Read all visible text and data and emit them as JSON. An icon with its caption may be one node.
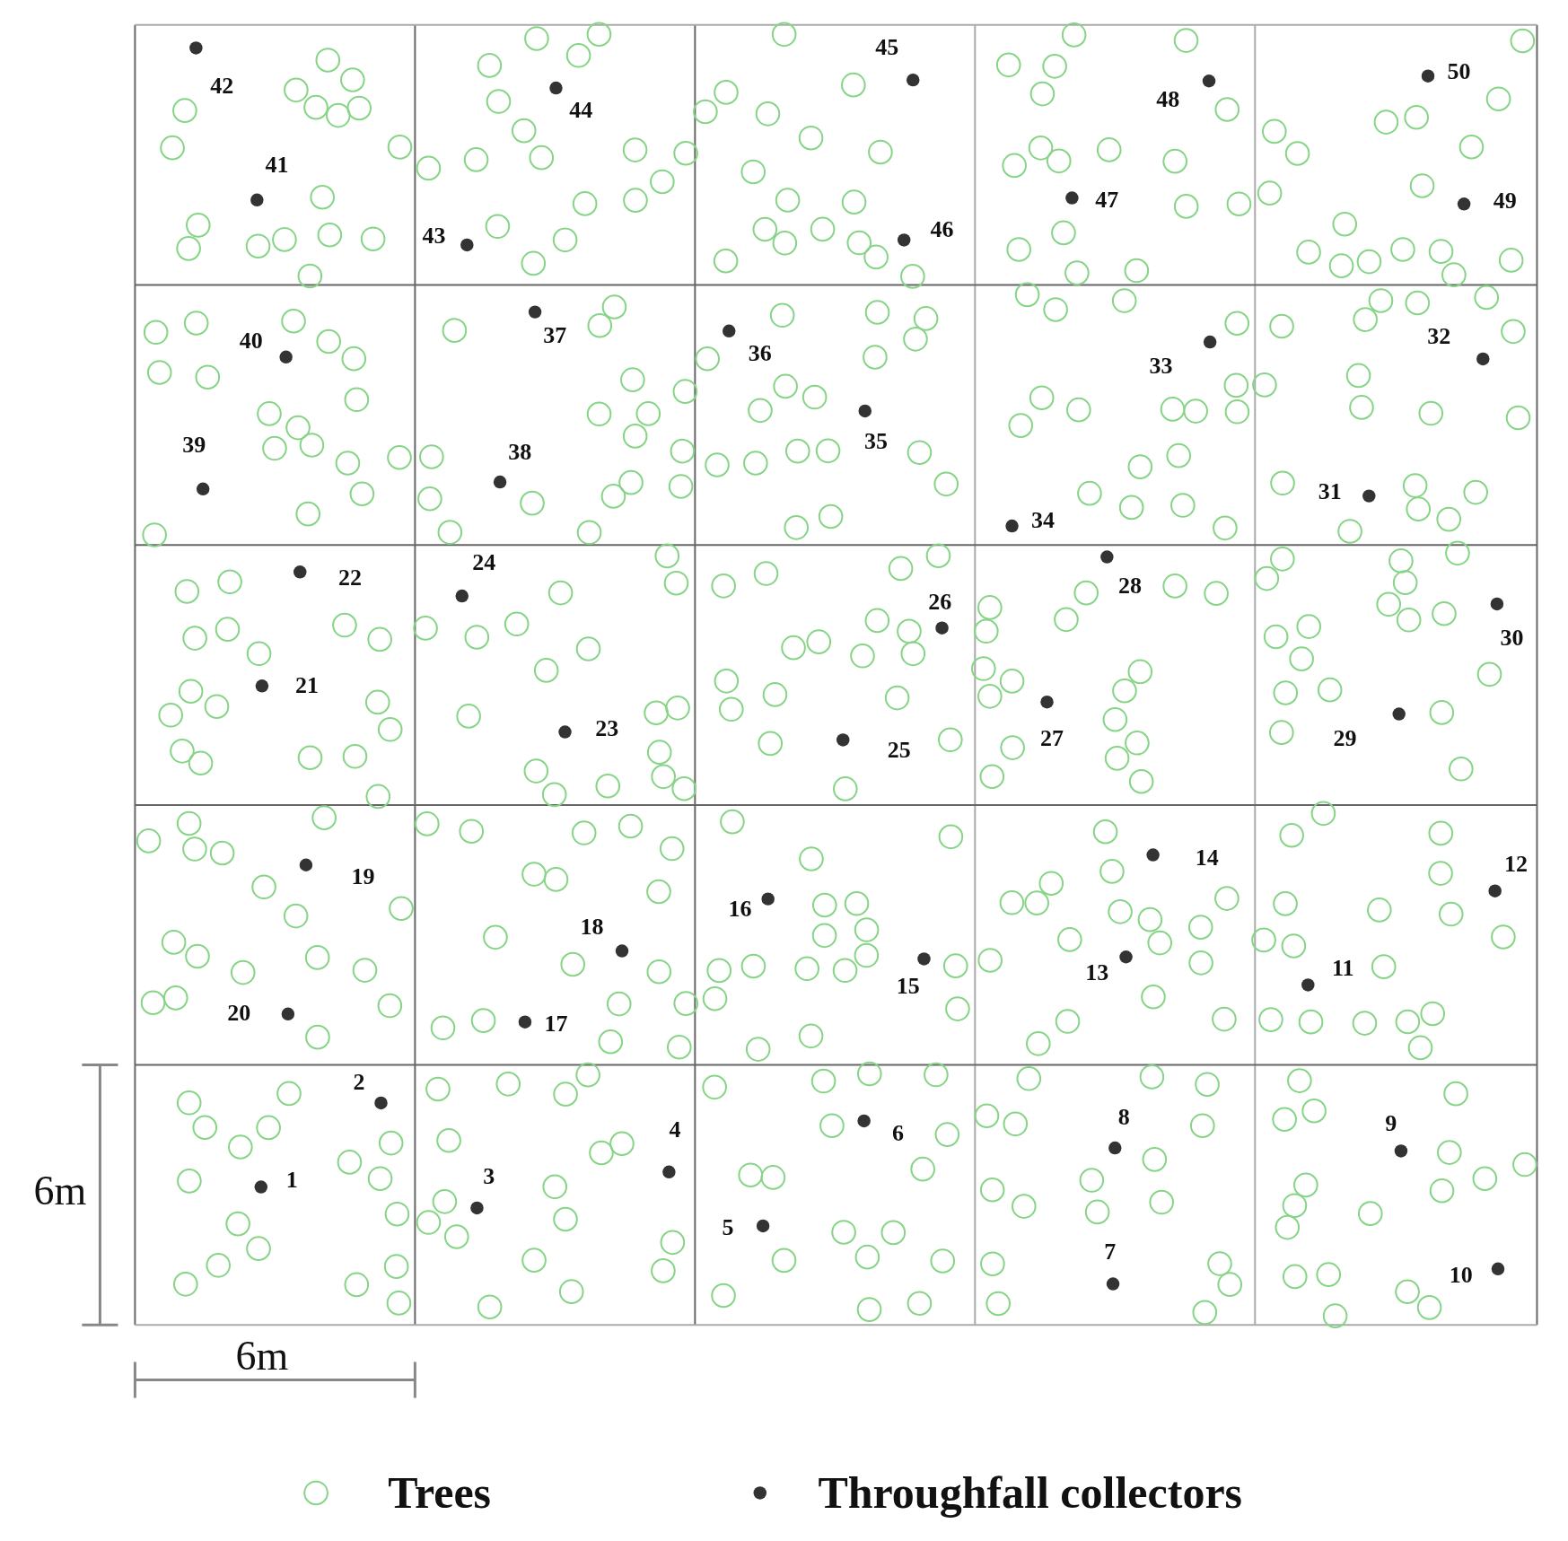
{
  "diagram": {
    "labels": [
      "1",
      "2",
      "3",
      "4",
      "5",
      "6",
      "7",
      "8",
      "9",
      "10",
      "11",
      "12",
      "13",
      "14",
      "15",
      "16",
      "17",
      "18",
      "19",
      "20",
      "21",
      "22",
      "23",
      "24",
      "25",
      "26",
      "27",
      "28",
      "29",
      "30",
      "31",
      "32",
      "33",
      "34",
      "35",
      "36",
      "37",
      "38",
      "39",
      "40",
      "41",
      "42",
      "43",
      "44",
      "45",
      "46",
      "47",
      "48",
      "49",
      "50",
      "6m",
      "6m"
    ],
    "legend": [
      {
        "text": "Trees"
      },
      {
        "text": "Throughfall collectors"
      }
    ]
  }
}
